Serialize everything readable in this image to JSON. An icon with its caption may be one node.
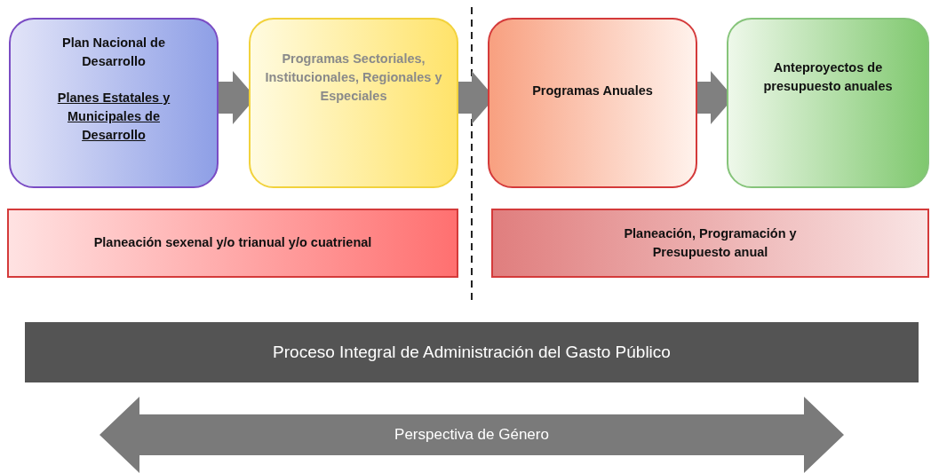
{
  "diagram": {
    "nodes": [
      {
        "text": [
          "Plan Nacional de Desarrollo",
          "Planes Estatales y Municipales de Desarrollo"
        ]
      },
      {
        "text": [
          "Programas Sectoriales, Institucionales, Regionales y Especiales"
        ]
      },
      {
        "text": [
          "Programas Anuales"
        ]
      },
      {
        "text": [
          "Anteproyectos de presupuesto anuales"
        ]
      },
      {
        "text": [
          "Planeación sexenal y/o trianual y/o cuatrienal"
        ]
      },
      {
        "text": [
          "Planeación, Programación y Presupuesto anual"
        ]
      },
      {
        "text": [
          "Proceso Integral de Administración del Gasto Público"
        ]
      },
      {
        "text": [
          "Perspectiva de Género"
        ]
      }
    ],
    "edges": [
      {
        "from": 0,
        "to": 1,
        "arrow": "to"
      },
      {
        "from": 1,
        "to": 2,
        "arrow": "to"
      },
      {
        "from": 2,
        "to": 3,
        "arrow": "to"
      }
    ]
  }
}
